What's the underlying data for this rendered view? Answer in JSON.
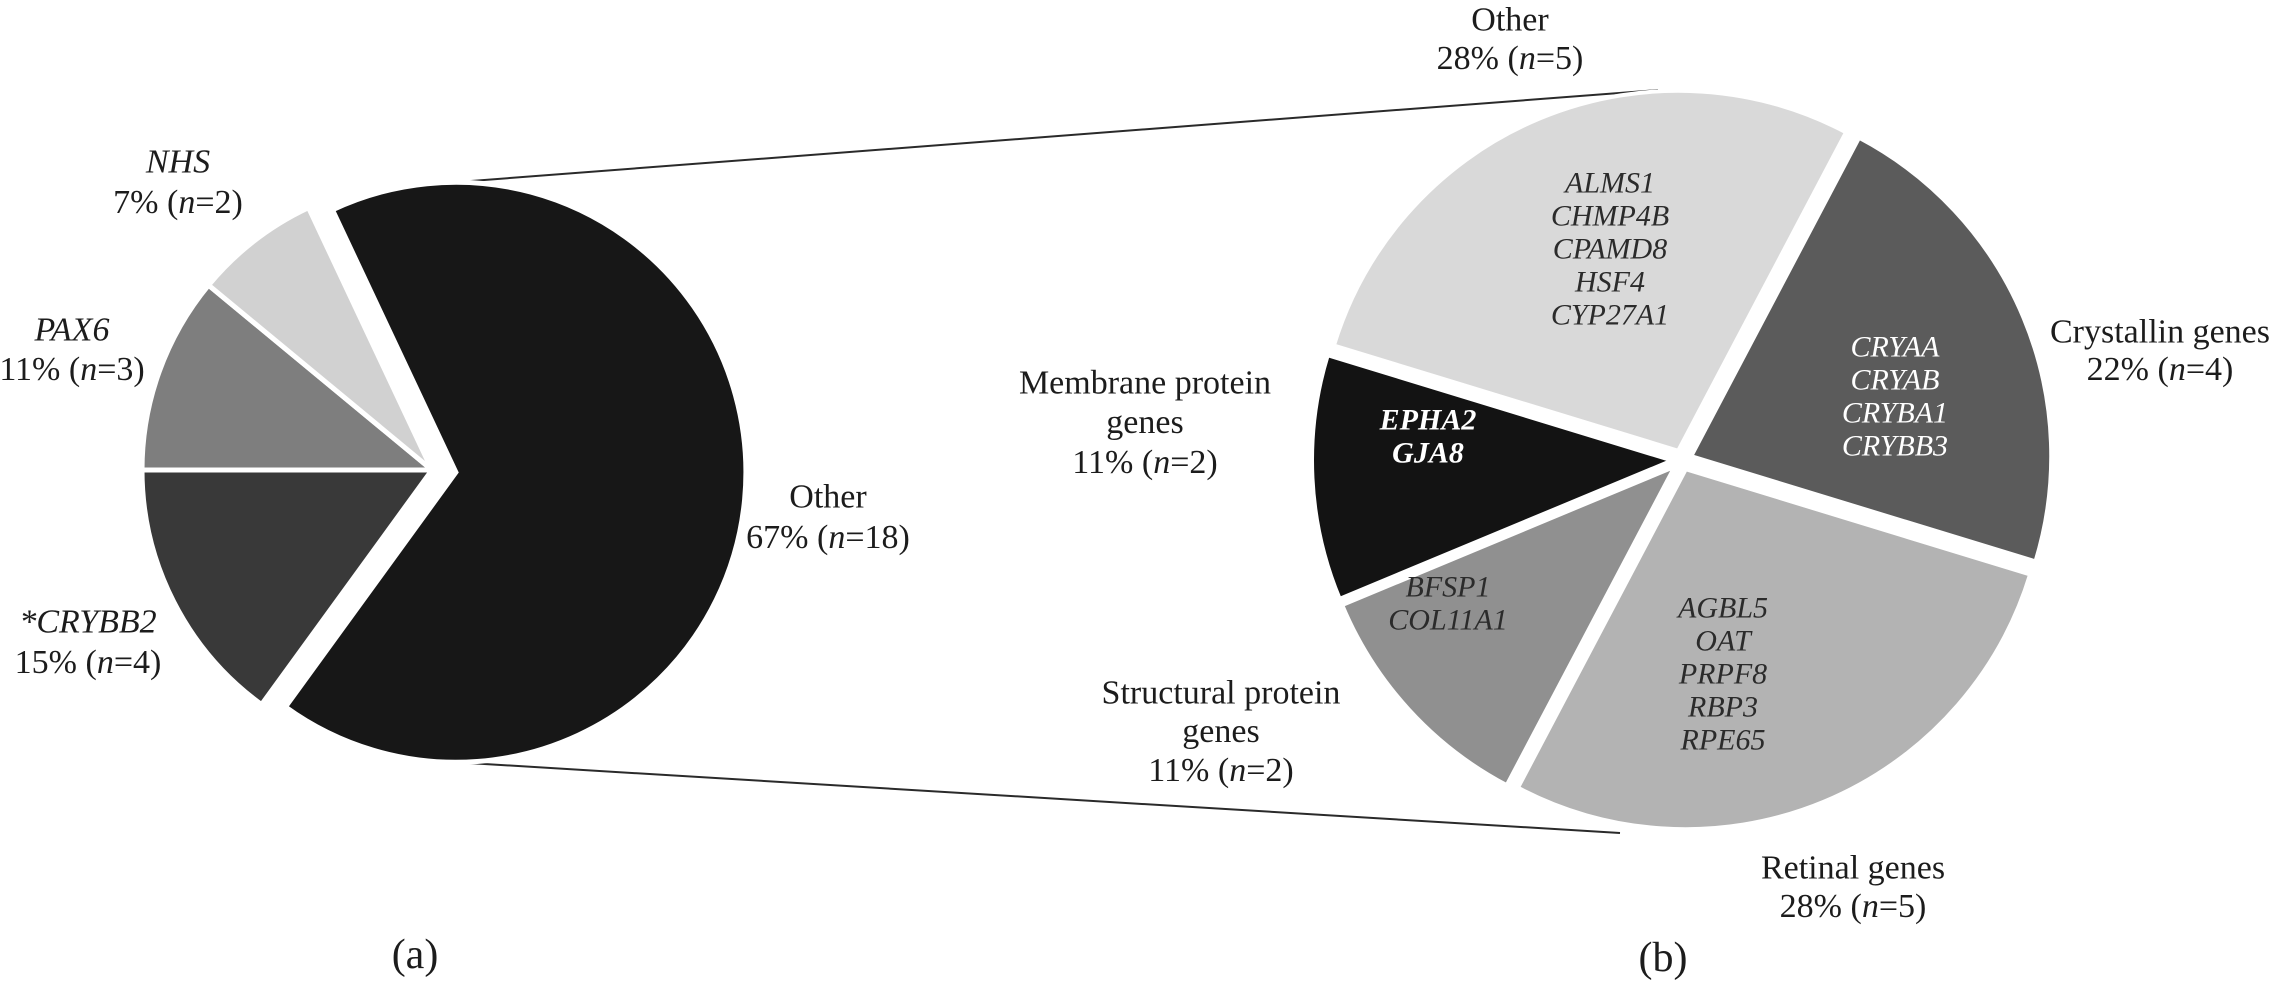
{
  "figure": {
    "panel_a": "(a)",
    "panel_b": "(b)",
    "background": "#ffffff",
    "text_color": "#1c1c1c",
    "connector_color": "#2a2a2a",
    "gap_color": "#ffffff"
  },
  "chart_data": [
    {
      "type": "pie",
      "panel": "a",
      "legend_position": "outside-labels",
      "slices": [
        {
          "id": "other",
          "label": "Other",
          "value_text": "67% (n=18)",
          "pct": 67,
          "n": 18,
          "color": "#171717",
          "exploded": true
        },
        {
          "id": "crybb2",
          "label": "*CRYBB2",
          "value_text": "15% (n=4)",
          "pct": 15,
          "n": 4,
          "color": "#393939",
          "exploded": false
        },
        {
          "id": "pax6",
          "label": "PAX6",
          "value_text": "11% (n=3)",
          "pct": 11,
          "n": 3,
          "color": "#7e7e7e",
          "exploded": false
        },
        {
          "id": "nhs",
          "label": "NHS",
          "value_text": "7% (n=2)",
          "pct": 7,
          "n": 2,
          "color": "#d1d1d1",
          "exploded": false
        }
      ]
    },
    {
      "type": "pie",
      "panel": "b",
      "legend_position": "outside-labels",
      "slices": [
        {
          "id": "other_b",
          "label": "Other",
          "value_text": "28% (n=5)",
          "pct": 28,
          "n": 5,
          "color": "#d9d9d9",
          "genes": [
            "ALMS1",
            "CHMP4B",
            "CPAMD8",
            "HSF4",
            "CYP27A1"
          ],
          "gene_text_color": "#2b2b2b",
          "gene_bold": false
        },
        {
          "id": "crystallin",
          "label": "Crystallin genes",
          "value_text": "22% (n=4)",
          "pct": 22,
          "n": 4,
          "color": "#5b5b5b",
          "genes": [
            "CRYAA",
            "CRYAB",
            "CRYBA1",
            "CRYBB3"
          ],
          "gene_text_color": "#ffffff",
          "gene_bold": false
        },
        {
          "id": "retinal",
          "label": "Retinal genes",
          "value_text": "28% (n=5)",
          "pct": 28,
          "n": 5,
          "color": "#b3b3b3",
          "genes": [
            "AGBL5",
            "OAT",
            "PRPF8",
            "RBP3",
            "RPE65"
          ],
          "gene_text_color": "#2b2b2b",
          "gene_bold": false
        },
        {
          "id": "structural",
          "label": "Structural protein genes",
          "value_text": "11% (n=2)",
          "pct": 11,
          "n": 2,
          "color": "#909090",
          "genes": [
            "BFSP1",
            "COL11A1"
          ],
          "gene_text_color": "#2b2b2b",
          "gene_bold": false
        },
        {
          "id": "membrane",
          "label": "Membrane protein genes",
          "value_text": "11% (n=2)",
          "pct": 11,
          "n": 2,
          "color": "#131313",
          "genes": [
            "EPHA2",
            "GJA8"
          ],
          "gene_text_color": "#ffffff",
          "gene_bold": true
        }
      ]
    }
  ]
}
